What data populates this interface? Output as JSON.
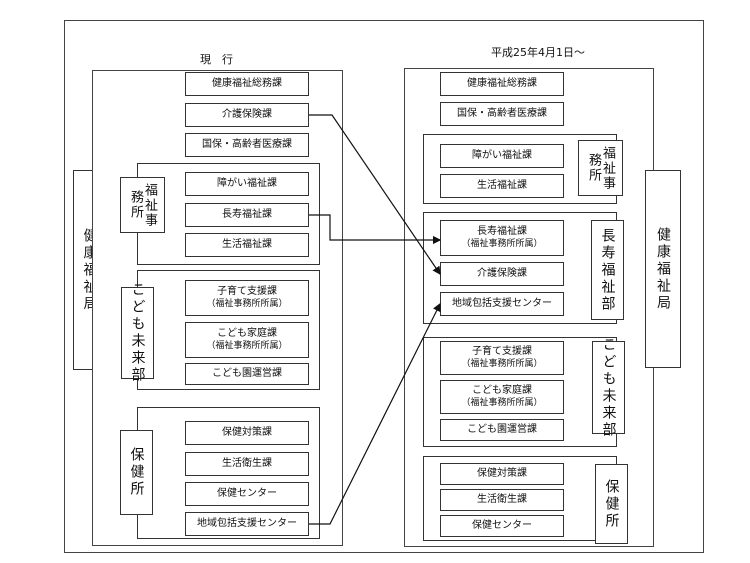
{
  "headers": {
    "current": "現　行",
    "new": "平成25年4月1日～"
  },
  "current": {
    "bureau": "健康福祉局",
    "top_boxes": [
      "健康福祉総務課",
      "介護保険課",
      "国保・高齢者医療課"
    ],
    "welfare_office": {
      "label_lines": [
        "福祉事",
        "務所"
      ],
      "boxes": [
        "障がい福祉課",
        "長寿福祉課",
        "生活福祉課"
      ]
    },
    "children": {
      "label": "こども未来部",
      "boxes": [
        {
          "main": "子育て支援課",
          "sub": "（福祉事務所所属）"
        },
        {
          "main": "こども家庭課",
          "sub": "（福祉事務所所属）"
        },
        {
          "main": "こども園運営課",
          "sub": ""
        }
      ]
    },
    "health_center": {
      "label": "保健所",
      "boxes": [
        "保健対策課",
        "生活衛生課",
        "保健センター",
        "地域包括支援センター"
      ]
    }
  },
  "new": {
    "bureau": "健康福祉局",
    "top_boxes": [
      "健康福祉総務課",
      "国保・高齢者医療課"
    ],
    "welfare_office": {
      "label_lines": [
        "福祉事",
        "務所"
      ],
      "boxes": [
        "障がい福祉課",
        "生活福祉課"
      ]
    },
    "longevity": {
      "label": "長寿福祉部",
      "boxes": [
        {
          "main": "長寿福祉課",
          "sub": "（福祉事務所所属）"
        },
        {
          "main": "介護保険課",
          "sub": ""
        },
        {
          "main": "地域包括支援センター",
          "sub": ""
        }
      ]
    },
    "children": {
      "label": "こども未来部",
      "boxes": [
        {
          "main": "子育て支援課",
          "sub": "（福祉事務所所属）"
        },
        {
          "main": "こども家庭課",
          "sub": "（福祉事務所所属）"
        },
        {
          "main": "こども園運営課",
          "sub": ""
        }
      ]
    },
    "health_center": {
      "label": "保健所",
      "boxes": [
        "保健対策課",
        "生活衛生課",
        "保健センター"
      ]
    }
  }
}
